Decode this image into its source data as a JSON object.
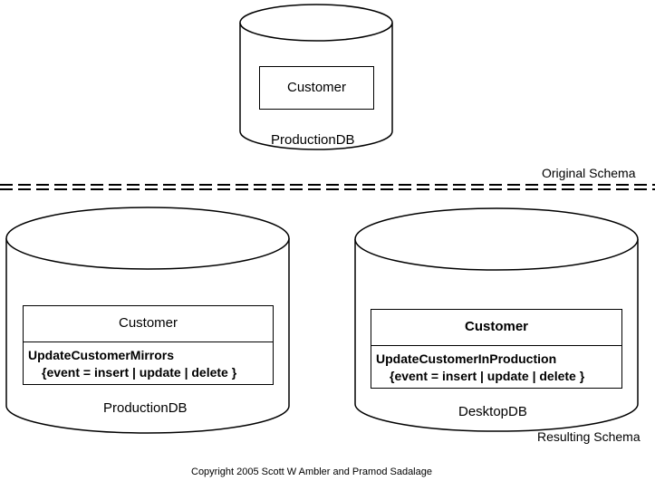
{
  "original": {
    "database_label": "ProductionDB",
    "table_label": "Customer"
  },
  "separator_label_original": "Original Schema",
  "separator_label_resulting": "Resulting Schema",
  "resulting": {
    "production": {
      "database_label": "ProductionDB",
      "table_label": "Customer",
      "trigger_name": "UpdateCustomerMirrors",
      "trigger_events": "{event = insert | update | delete }"
    },
    "desktop": {
      "database_label": "DesktopDB",
      "table_label": "Customer",
      "trigger_name": "UpdateCustomerInProduction",
      "trigger_events": "{event = insert | update | delete }"
    }
  },
  "copyright": "Copyright 2005 Scott W Ambler and Pramod Sadalage"
}
